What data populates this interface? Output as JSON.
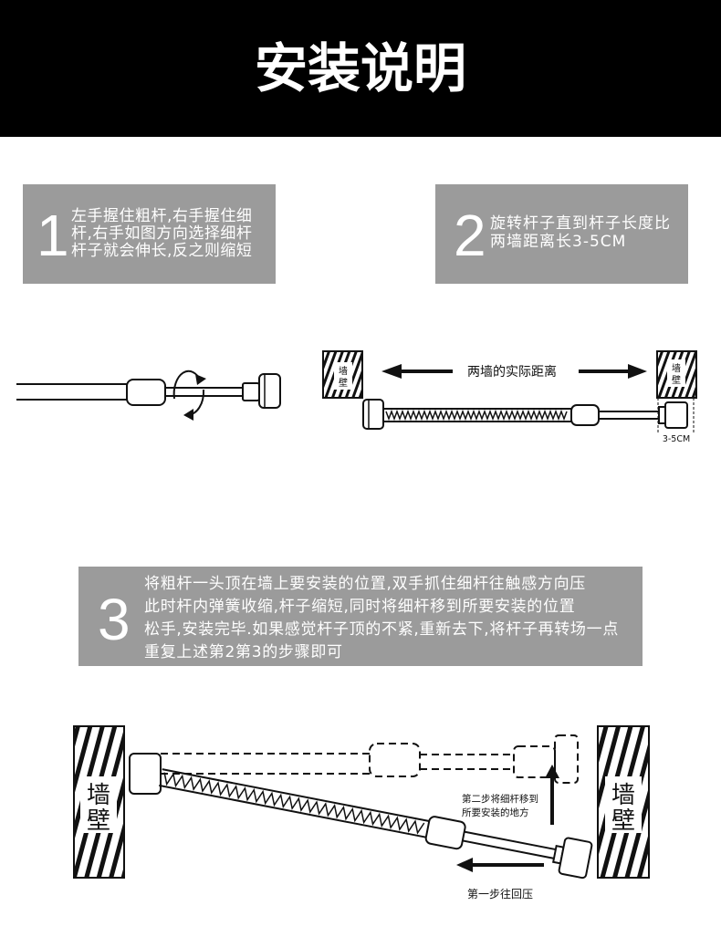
{
  "colors": {
    "header_bg": "#000000",
    "header_text": "#ffffff",
    "step_box_bg": "#9b9b9b",
    "step_text": "#ffffff",
    "line_art": "#111111"
  },
  "header": {
    "title": "安装说明"
  },
  "steps": [
    {
      "number": "1",
      "lines": [
        "左手握住粗杆,右手握住细",
        "杆,右手如图方向选择细杆",
        "杆子就会伸长,反之则缩短"
      ]
    },
    {
      "number": "2",
      "lines": [
        "旋转杆子直到杆子长度比",
        "两墙距离长3-5CM"
      ]
    },
    {
      "number": "3",
      "lines": [
        "将粗杆一头顶在墙上要安装的位置,双手抓住细杆往触感方向压",
        "此时杆内弹簧收缩,杆子缩短,同时将细杆移到所要安装的位置",
        "松手,安装完毕.如果感觉杆子顶的不紧,重新去下,将杆子再转场一点",
        "重复上述第2第3的步骤即可"
      ]
    }
  ],
  "diagram_measure": {
    "wall_left": [
      "墙",
      "壁"
    ],
    "wall_right": [
      "墙",
      "壁"
    ],
    "distance_label": "两墙的实际距离",
    "gap_label": "3-5CM"
  },
  "diagram_install": {
    "wall_left": [
      "墙",
      "壁"
    ],
    "wall_right": [
      "墙",
      "壁"
    ],
    "move_note": [
      "第二步将细杆移到",
      "所要安装的地方"
    ],
    "press_note": "第一步往回压"
  }
}
